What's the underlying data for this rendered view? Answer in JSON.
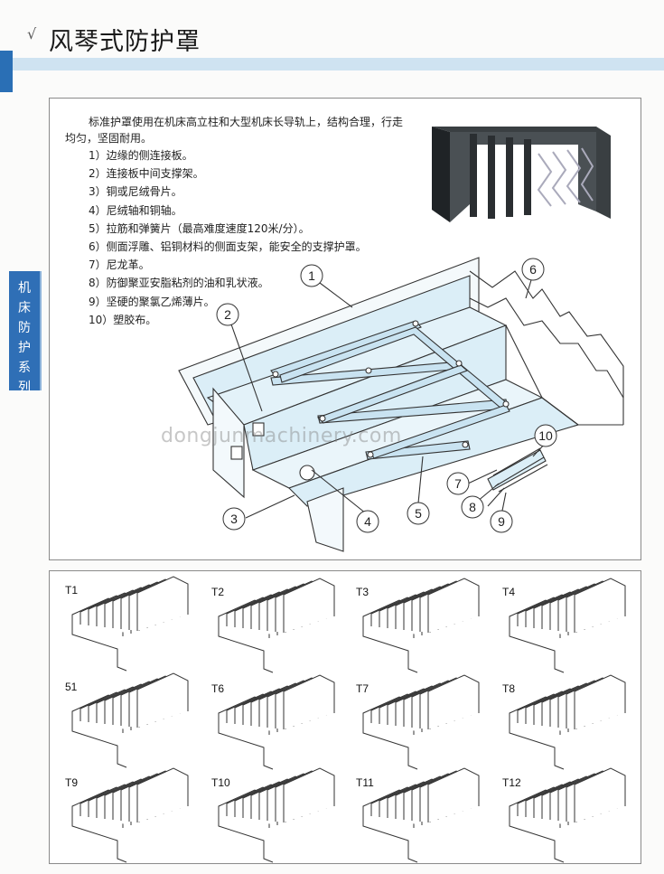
{
  "page": {
    "title": "风琴式防护罩",
    "title_mark": "√",
    "side_tab": [
      "机",
      "床",
      "防",
      "护",
      "系",
      "列"
    ]
  },
  "intro": {
    "paragraph": "标准护罩使用在机床高立柱和大型机床长导轨上，结构合理，行走均匀，坚固耐用。",
    "parts": [
      "1）边缘的侧连接板。",
      "2）连接板中间支撑架。",
      "3）铜或尼绒骨片。",
      "4）尼绒轴和铜轴。",
      "5）拉筋和弹簧片（最高难度速度120米/分）。",
      "6）侧面浮雕、铝铜材料的侧面支架，能安全的支撑护罩。",
      "7）尼龙革。",
      "8）防御聚亚安脂粘剂的油和乳状液。",
      "9）坚硬的聚氯乙烯薄片。",
      "10）塑胶布。"
    ]
  },
  "diagram": {
    "callouts": [
      "1",
      "2",
      "3",
      "4",
      "5",
      "6",
      "7",
      "8",
      "9",
      "10"
    ],
    "watermark": "dongjunmachinery.com"
  },
  "types": [
    "T1",
    "T2",
    "T3",
    "T4",
    "51",
    "T6",
    "T7",
    "T8",
    "T9",
    "T10",
    "T11",
    "T12"
  ],
  "colors": {
    "accent_blue": "#2f6fb6",
    "band_light": "#cfe3f1",
    "panel_fill": "#dbeef7",
    "bar_fill": "#c9e3f1"
  }
}
